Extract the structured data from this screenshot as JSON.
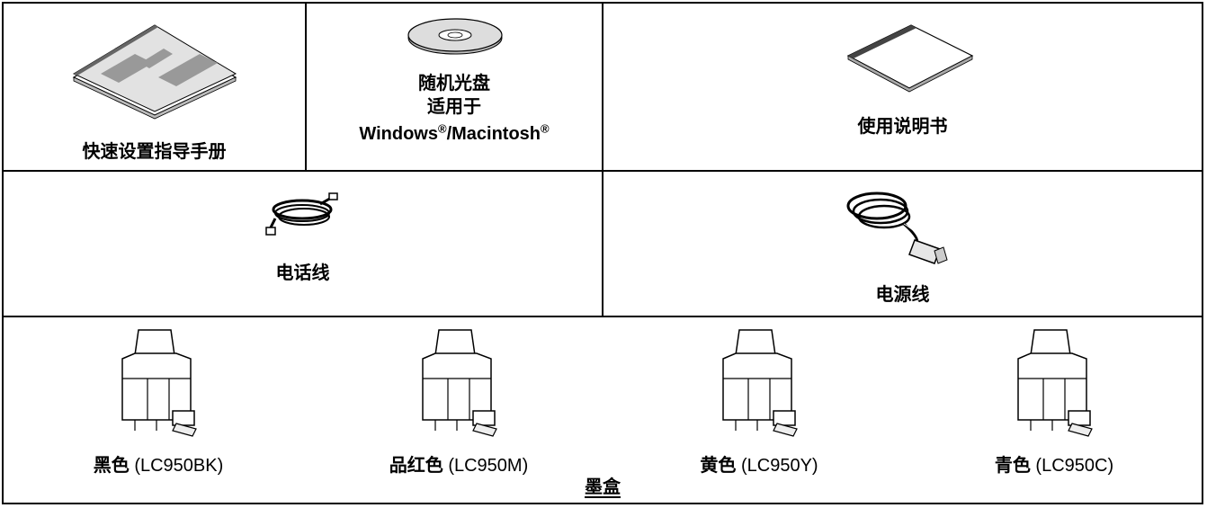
{
  "row1": {
    "manual": {
      "label": "快速设置指导手册"
    },
    "cd": {
      "line1": "随机光盘",
      "line2": "适用于",
      "line3_a": "Windows",
      "line3_reg1": "®",
      "line3_b": "/Macintosh",
      "line3_reg2": "®"
    },
    "guide": {
      "label": "使用说明书"
    }
  },
  "row2": {
    "phone_cord": {
      "label": "电话线"
    },
    "power_cord": {
      "label": "电源线"
    }
  },
  "row3": {
    "cartridges": [
      {
        "color": "黑色",
        "code": "(LC950BK)"
      },
      {
        "color": "品红色",
        "code": "(LC950M)"
      },
      {
        "color": "黄色",
        "code": "(LC950Y)"
      },
      {
        "color": "青色",
        "code": "(LC950C)"
      }
    ],
    "group_label": "墨盒"
  }
}
